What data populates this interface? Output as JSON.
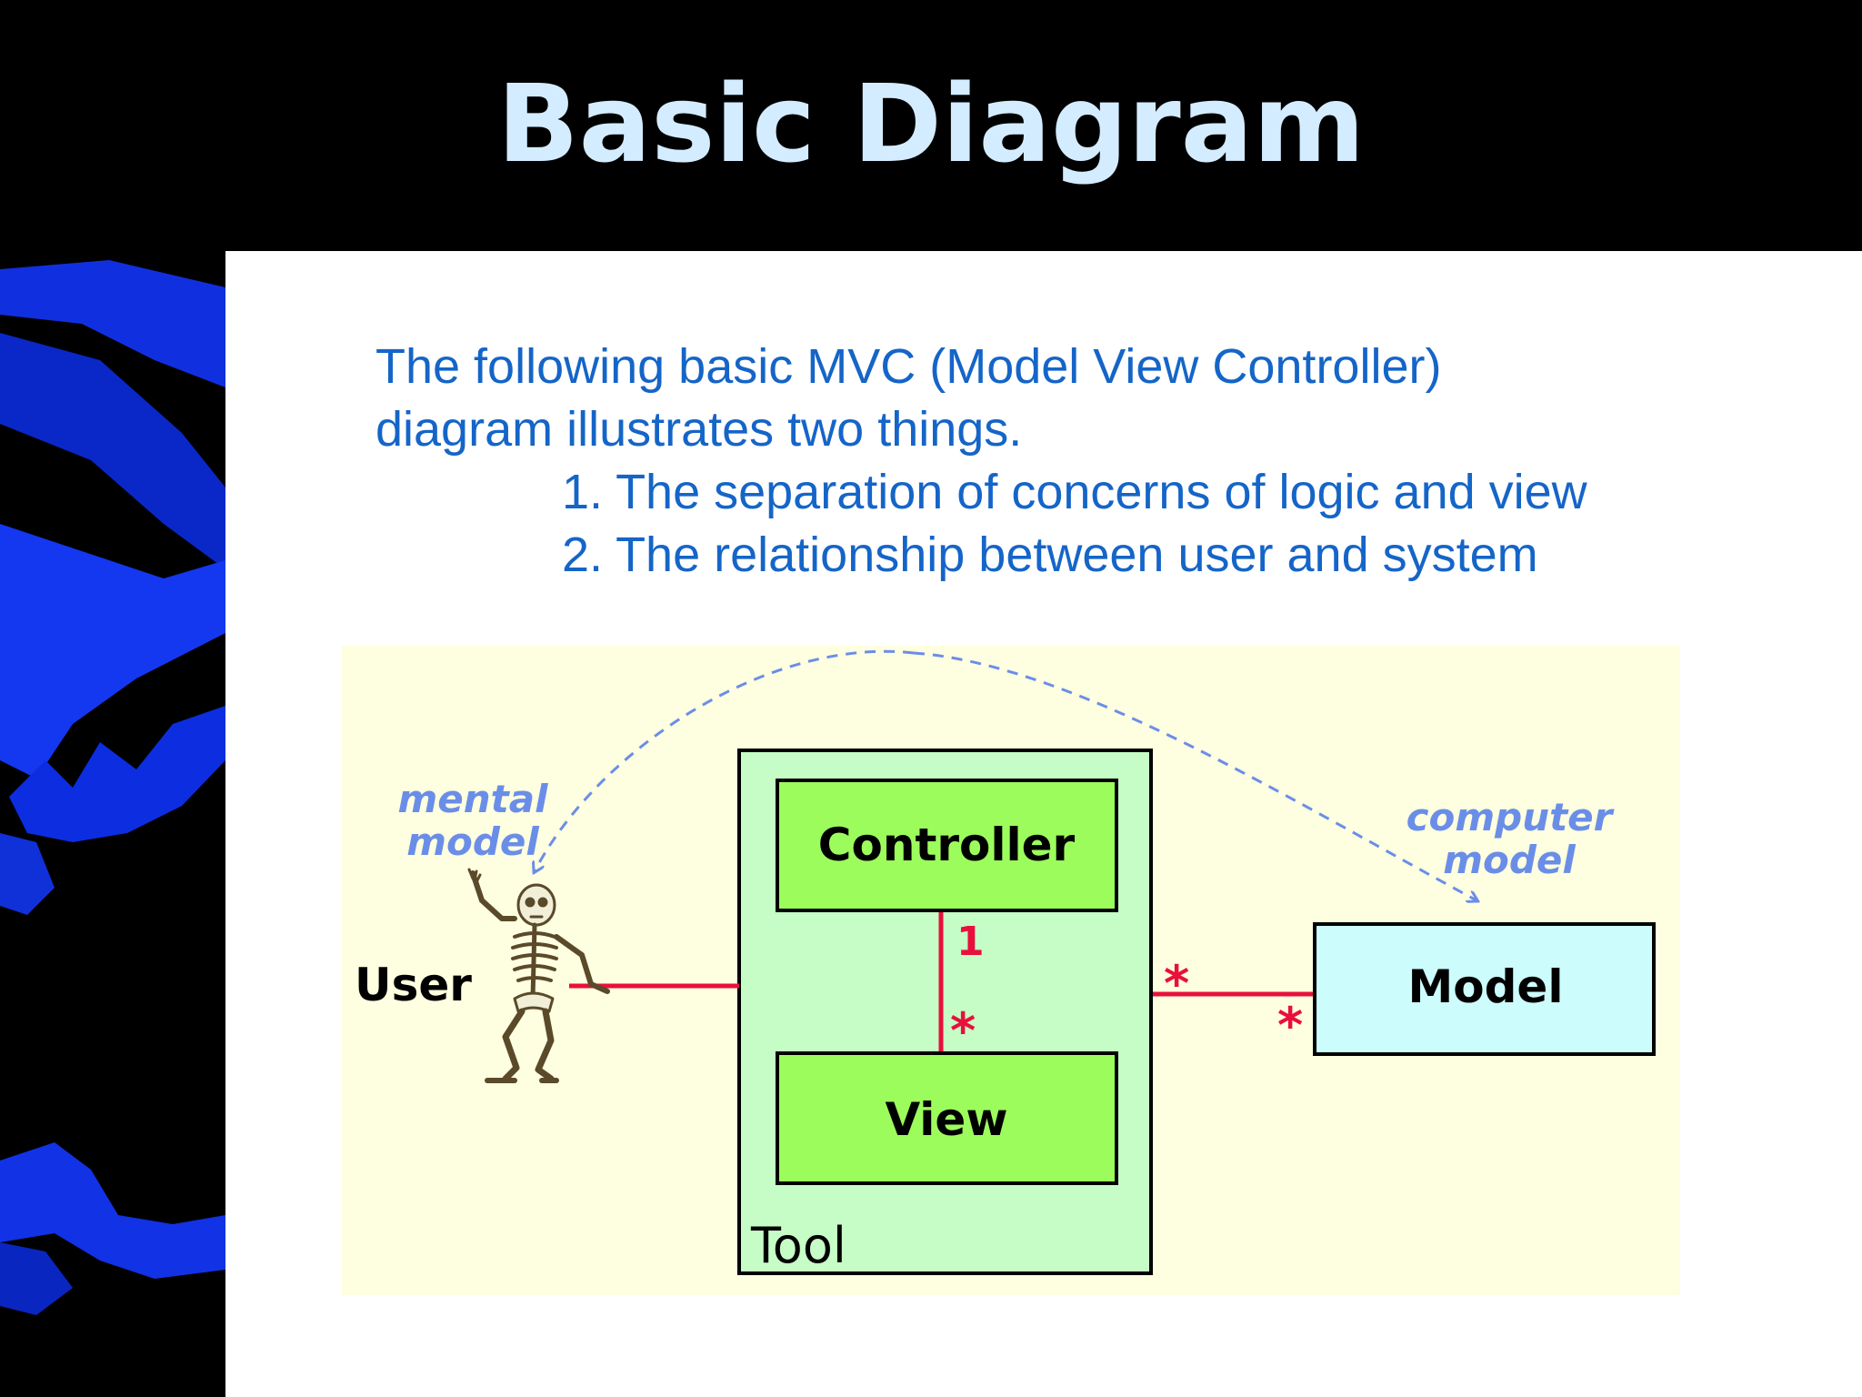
{
  "slide": {
    "title": "Basic Diagram",
    "intro_lines": [
      "The following basic MVC (Model View Controller)",
      "diagram illustrates two things.",
      "1. The separation of concerns of logic and view",
      "2. The relationship between user and system"
    ]
  },
  "diagram": {
    "nodes": {
      "controller": "Controller",
      "view": "View",
      "tool": "Tool",
      "model": "Model",
      "user": "User"
    },
    "annotations": {
      "mental_model": [
        "mental",
        "model"
      ],
      "computer_model": [
        "computer",
        "model"
      ]
    },
    "multiplicities": {
      "controller_end": "1",
      "view_end": "*",
      "tool_end": "*",
      "model_end": "*"
    },
    "colors": {
      "tool_fill": "#c6fcc6",
      "component_fill": "#9cfc5c",
      "model_fill": "#ccfcfc",
      "diagram_background": "#fefee0",
      "connector": "#e8103c",
      "dashed_arrow": "#6a8ee8"
    }
  }
}
